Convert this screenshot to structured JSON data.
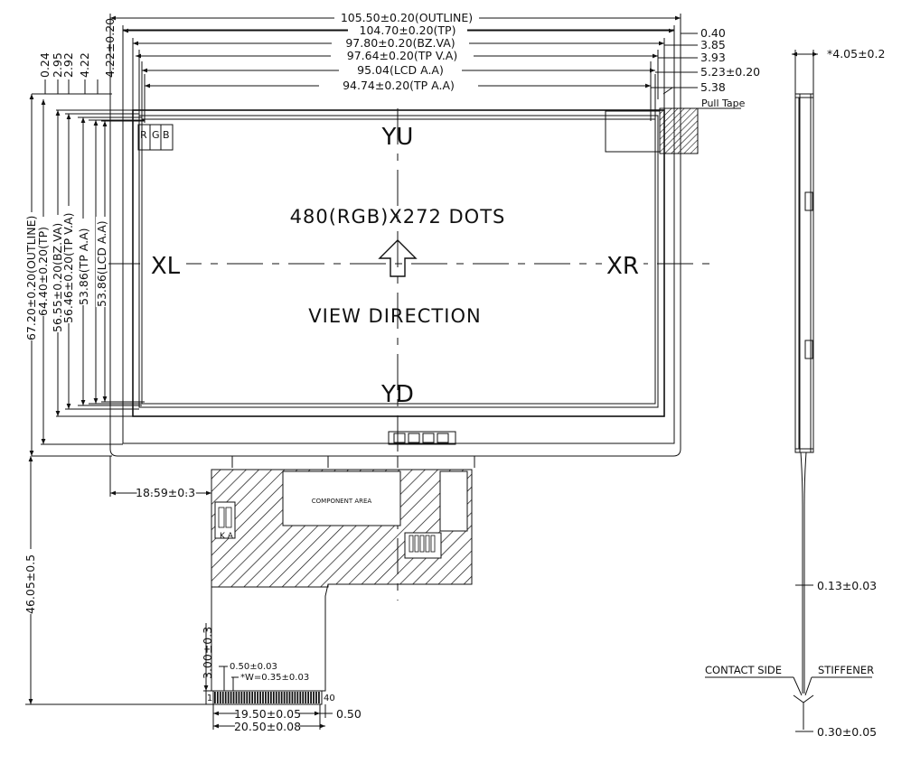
{
  "dims_top": [
    "105.50±0.20(OUTLINE)",
    "104.70±0.20(TP)",
    "97.80±0.20(BZ.VA)",
    "97.64±0.20(TP V.A)",
    "95.04(LCD A.A)",
    "94.74±0.20(TP A.A)"
  ],
  "dims_right": [
    "0.40",
    "3.85",
    "3.93",
    "5.23±0.20",
    "5.38"
  ],
  "dims_left_top": [
    "0.24",
    "2.95",
    "2.92",
    "4.22",
    "4.22±0.20"
  ],
  "dims_left": [
    "67.20±0.20(OUTLINE)",
    "64.40±0.20(TP)",
    "56.55±0.20(BZ.VA)",
    "56.46±0.20(TP V.A)",
    "53.86(TP A.A)",
    "53.86(LCD A.A)"
  ],
  "dim_fpc_height": "46.05±0.5",
  "dim_fpc_offset": "18.59±0.3",
  "dim_fpc_tail": "3.00±0.3",
  "dim_pitch": "0.50±0.03",
  "dim_width": "*W=0.35±0.03",
  "dim_pins_inner": "19.50±0.05",
  "dim_pins_outer": "20.50±0.08",
  "dim_pin_margin": "0.50",
  "pin_first": "1",
  "pin_last": "40",
  "label_pull_tape": "Pull Tape",
  "label_rgb": [
    "R",
    "G",
    "B"
  ],
  "label_yu": "YU",
  "label_yd": "YD",
  "label_xl": "XL",
  "label_xr": "XR",
  "label_dots": "480(RGB)X272 DOTS",
  "label_view": "VIEW DIRECTION",
  "label_component": "COMPONENT AREA",
  "label_ka": "K A",
  "side_thickness": "*4.05±0.2",
  "side_fpc": "0.13±0.03",
  "side_stiffener_thk": "0.30±0.05",
  "side_contact": "CONTACT SIDE",
  "side_stiffener": "STIFFENER"
}
